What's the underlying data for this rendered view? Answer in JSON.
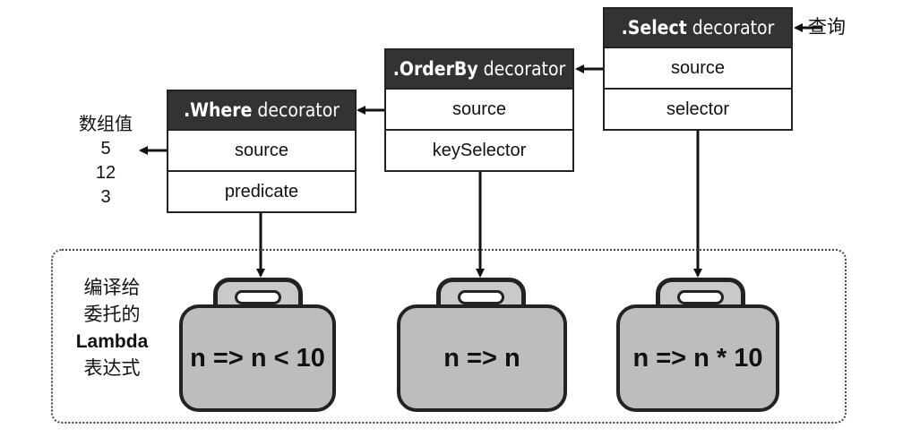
{
  "boxes": {
    "select": {
      "name": ".Select",
      "kind": "decorator",
      "fields": [
        "source",
        "selector"
      ]
    },
    "orderby": {
      "name": ".OrderBy",
      "kind": "decorator",
      "fields": [
        "source",
        "keySelector"
      ]
    },
    "where": {
      "name": ".Where",
      "kind": "decorator",
      "fields": [
        "source",
        "predicate"
      ]
    }
  },
  "query_label": "查询",
  "array": {
    "title": "数组值",
    "values": [
      "5",
      "12",
      "3"
    ]
  },
  "lambda_note": [
    "编译给",
    "委托的",
    "Lambda",
    "表达式"
  ],
  "lambdas": [
    "n => n < 10",
    "n => n",
    "n => n * 10"
  ]
}
